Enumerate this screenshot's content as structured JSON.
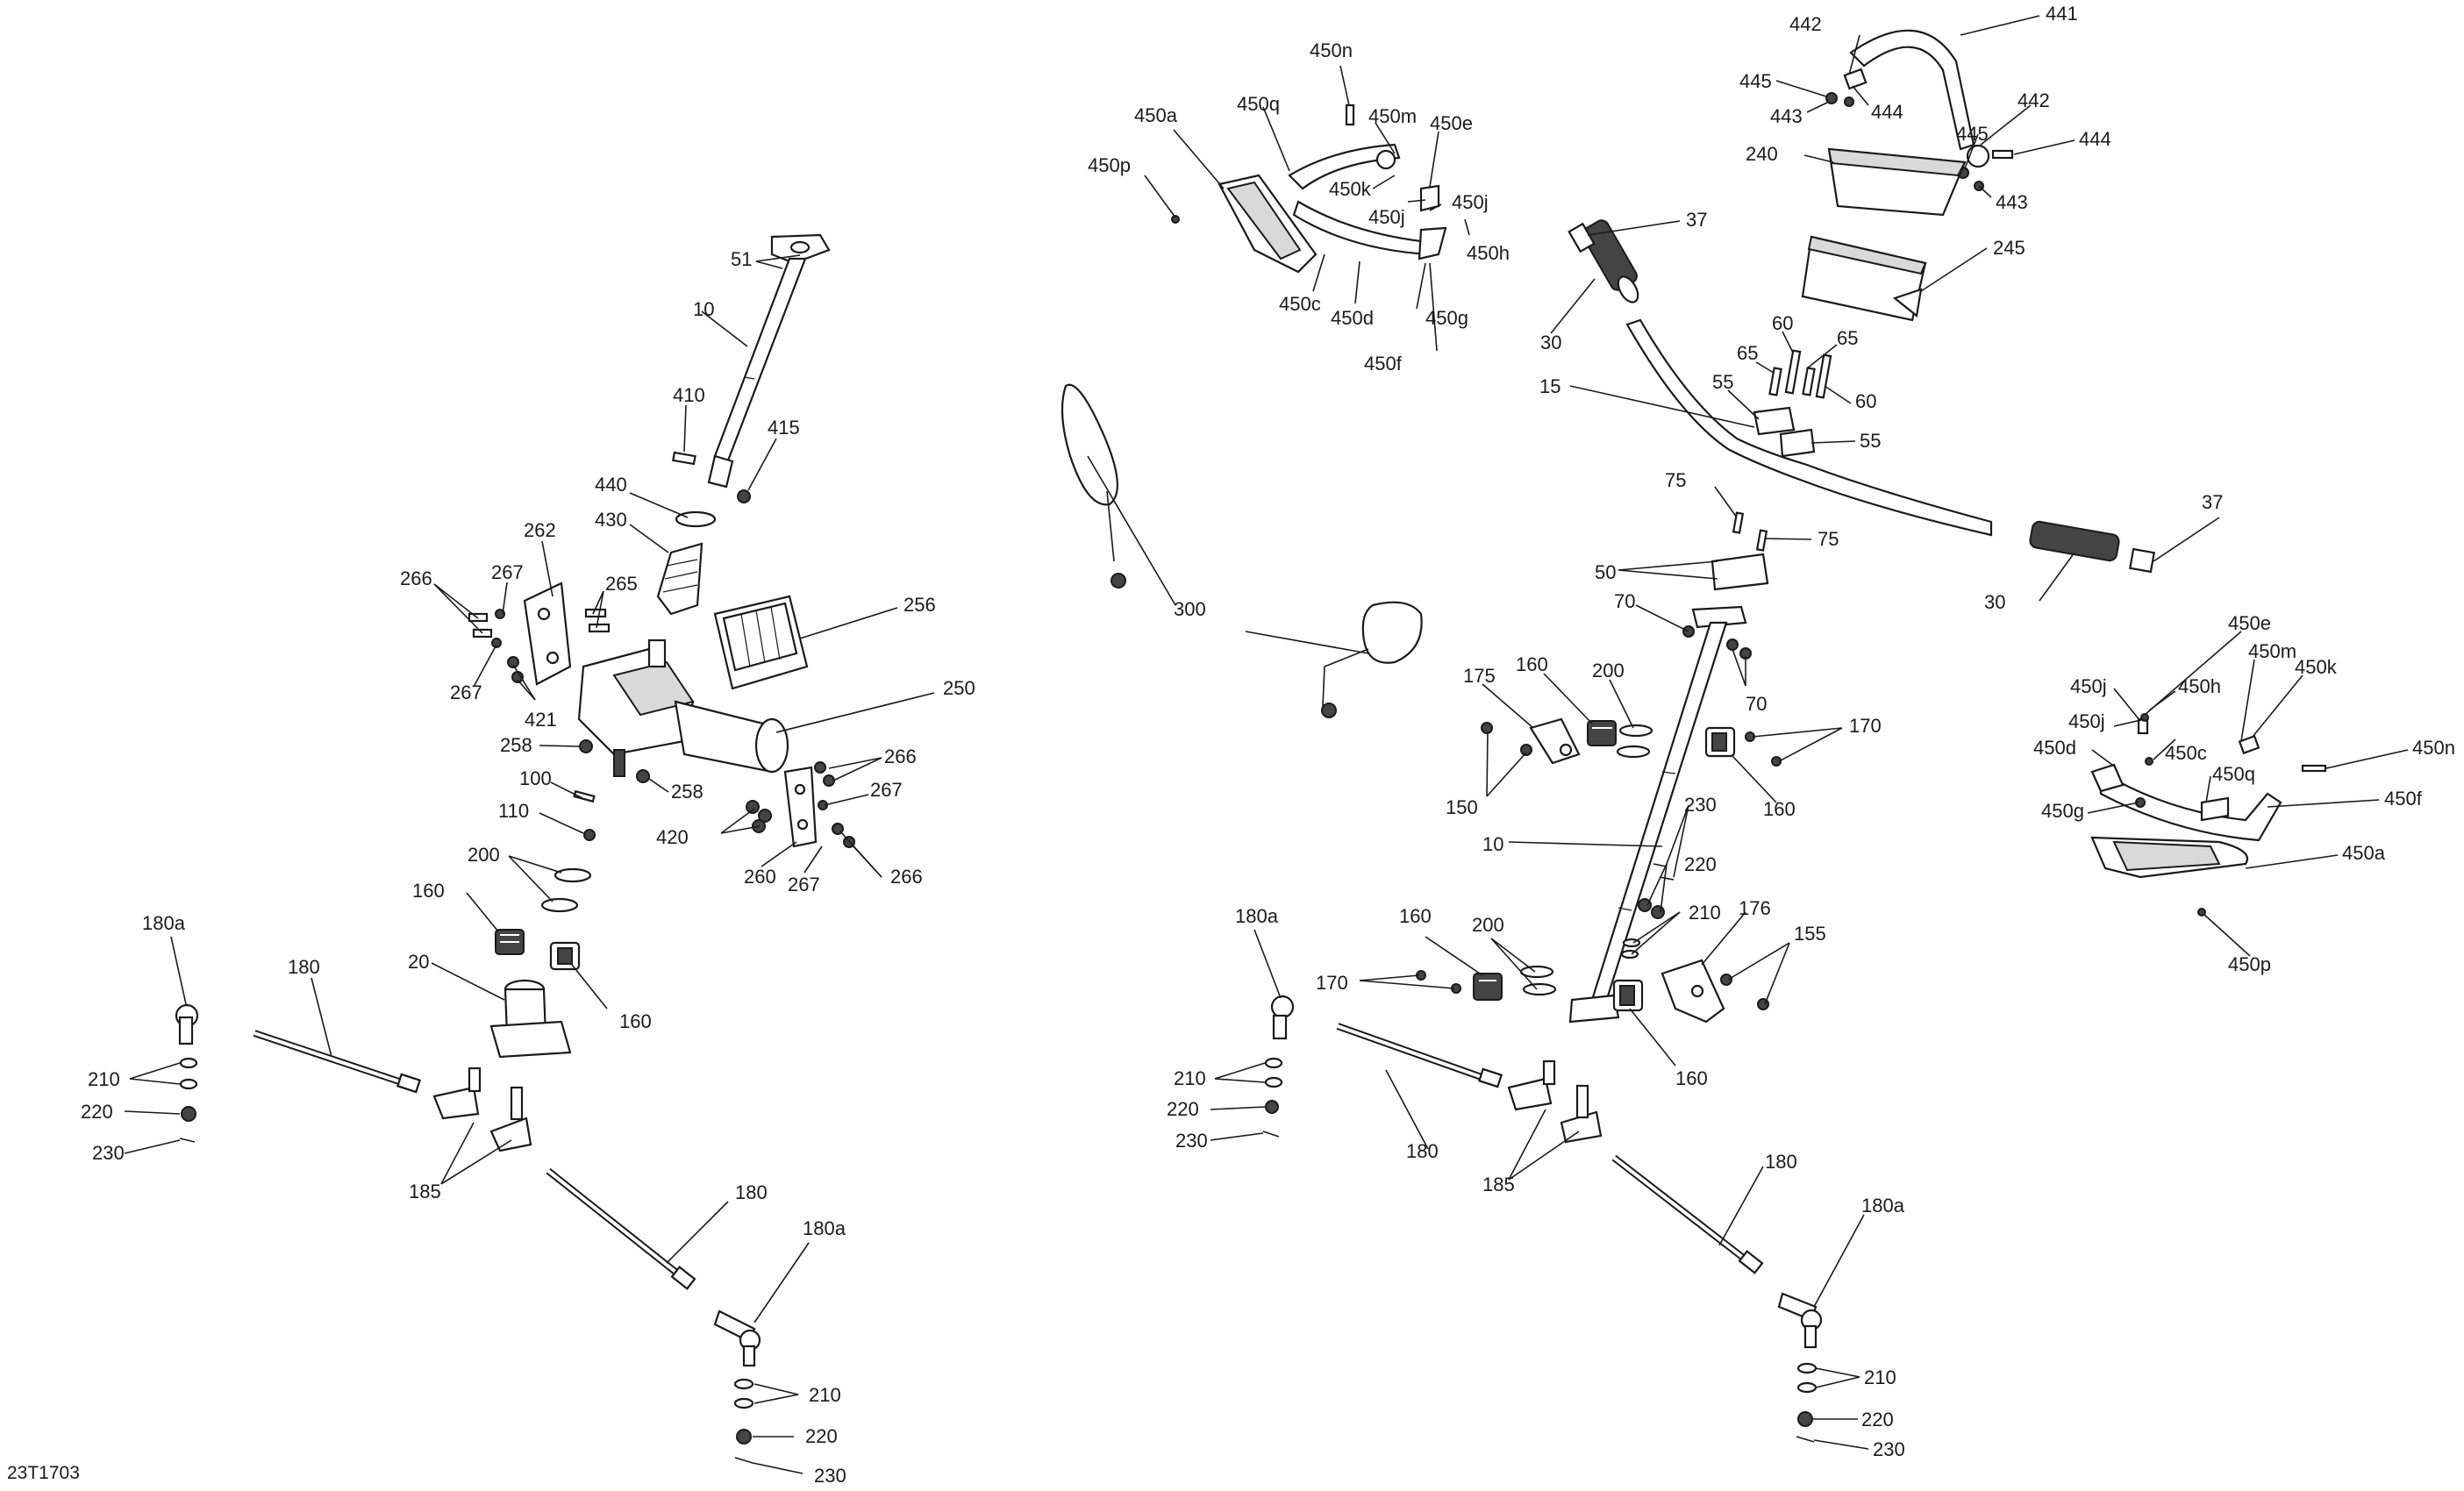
{
  "figure_code": "23T1703",
  "left": {
    "l51": "51",
    "l10": "10",
    "l410": "410",
    "l415": "415",
    "l440": "440",
    "l430": "430",
    "l262": "262",
    "l267a": "267",
    "l266a": "266",
    "l265": "265",
    "l267b": "267",
    "l421": "421",
    "l256": "256",
    "l250": "250",
    "l258a": "258",
    "l258b": "258",
    "l100": "100",
    "l110": "110",
    "l266b": "266",
    "l267c": "267",
    "l420": "420",
    "l260": "260",
    "l267d": "267",
    "l266c": "266",
    "l200": "200",
    "l160a": "160",
    "l20": "20",
    "l160b": "160",
    "l180a1": "180a",
    "l180a": "180",
    "l210a": "210",
    "l220a": "220",
    "l230a": "230",
    "l185": "185",
    "l180b": "180",
    "l180a2": "180a",
    "l210b": "210",
    "l220b": "220",
    "l230b": "230"
  },
  "right": {
    "g450n": "450n",
    "g450a": "450a",
    "g450q": "450q",
    "g450m": "450m",
    "g450e": "450e",
    "g450p": "450p",
    "g450k": "450k",
    "g450j": "450j",
    "g450j2": "450j",
    "g450h": "450h",
    "g450c": "450c",
    "g450d": "450d",
    "g450g": "450g",
    "g450f": "450f",
    "r442a": "442",
    "r441": "441",
    "r445a": "445",
    "r443a": "443",
    "r444a": "444",
    "r442b": "442",
    "r445b": "445",
    "r444b": "444",
    "r443b": "443",
    "r240": "240",
    "r245": "245",
    "r37a": "37",
    "r30a": "30",
    "r65a": "65",
    "r60a": "60",
    "r65b": "65",
    "r55a": "55",
    "r60b": "60",
    "r15": "15",
    "r55b": "55",
    "r75a": "75",
    "r75b": "75",
    "r50": "50",
    "r37b": "37",
    "r30b": "30",
    "r300": "300",
    "r70a": "70",
    "r70b": "70",
    "r175": "175",
    "r160a": "160",
    "r200a": "200",
    "r170a": "170",
    "r150": "150",
    "r160b": "160",
    "r230a": "230",
    "r10": "10",
    "r220a": "220",
    "r210a": "210",
    "r176": "176",
    "r155": "155",
    "r180a1": "180a",
    "r160c": "160",
    "r200b": "200",
    "r170b": "170",
    "r160d": "160",
    "r210b": "210",
    "r220b": "220",
    "r230b": "230",
    "r180a": "180",
    "r185": "185",
    "r180b": "180",
    "r180a2": "180a",
    "r210c": "210",
    "r220c": "220",
    "r230c": "230",
    "h450e": "450e",
    "h450m": "450m",
    "h450k": "450k",
    "h450j": "450j",
    "h450h": "450h",
    "h450j2": "450j",
    "h450n": "450n",
    "h450d": "450d",
    "h450c": "450c",
    "h450q": "450q",
    "h450f": "450f",
    "h450g": "450g",
    "h450a": "450a",
    "h450p": "450p"
  }
}
